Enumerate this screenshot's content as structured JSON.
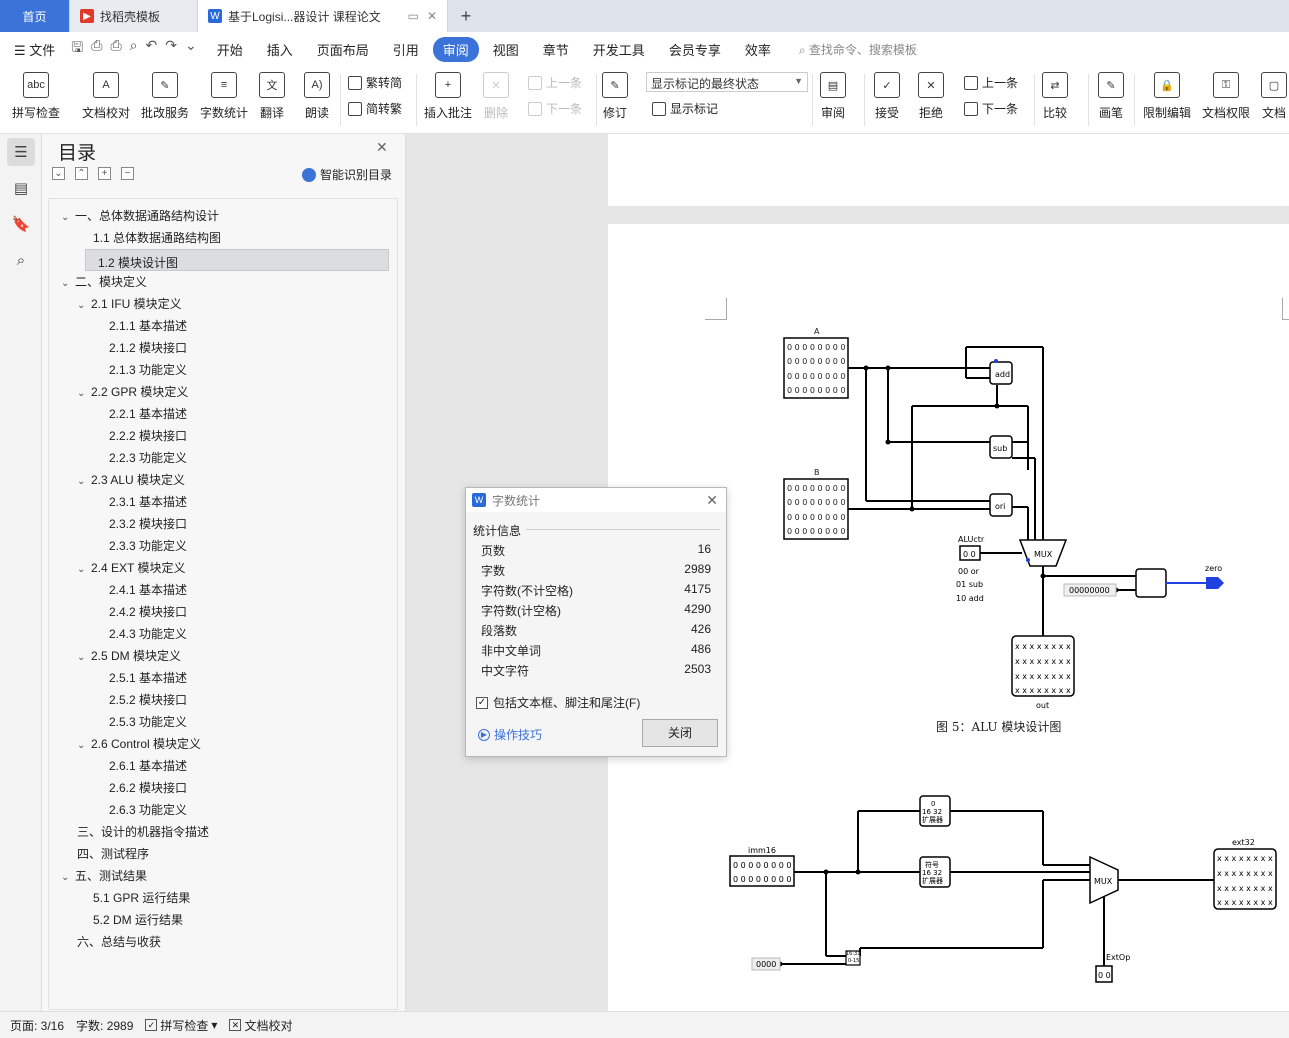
{
  "tabs": {
    "home": "首页",
    "template": "找稻壳模板",
    "document": "基于Logisi...器设计 课程论文",
    "new_tab": "+"
  },
  "menu": {
    "file": "文件",
    "items": [
      "开始",
      "插入",
      "页面布局",
      "引用",
      "审阅",
      "视图",
      "章节",
      "开发工具",
      "会员专享",
      "效率"
    ],
    "active": "审阅",
    "search_placeholder": "查找命令、搜索模板"
  },
  "ribbon": {
    "spell_check": "拼写检查",
    "doc_proof": "文档校对",
    "revise_service": "批改服务",
    "word_count": "字数统计",
    "translate": "翻译",
    "read_aloud": "朗读",
    "trad_to_simp": "繁转简",
    "simp_to_trad": "简转繁",
    "insert_comment": "插入批注",
    "delete": "删除",
    "prev_comment": "上一条",
    "next_comment": "下一条",
    "track_changes": "修订",
    "markup_state": "显示标记的最终状态",
    "show_markup": "显示标记",
    "review": "审阅",
    "accept": "接受",
    "reject": "拒绝",
    "prev_change": "上一条",
    "next_change": "下一条",
    "compare": "比较",
    "pen": "画笔",
    "restrict_edit": "限制编辑",
    "doc_permission": "文档权限",
    "doc_extra": "文档"
  },
  "toc": {
    "title": "目录",
    "smart_label": "智能识别目录",
    "items": [
      {
        "label": "一、总体数据通路结构设计",
        "level": 0,
        "arrow": true
      },
      {
        "label": "1.1  总体数据通路结构图",
        "level": 1,
        "arrow": false
      },
      {
        "label": "1.2  模块设计图",
        "level": 1,
        "arrow": false,
        "selected": true
      },
      {
        "label": "二、模块定义",
        "level": 0,
        "arrow": true
      },
      {
        "label": "2.1 IFU 模块定义",
        "level": 1,
        "arrow": true
      },
      {
        "label": "2.1.1  基本描述",
        "level": 2,
        "arrow": false
      },
      {
        "label": "2.1.2  模块接口",
        "level": 2,
        "arrow": false
      },
      {
        "label": "2.1.3  功能定义",
        "level": 2,
        "arrow": false
      },
      {
        "label": "2.2 GPR 模块定义",
        "level": 1,
        "arrow": true
      },
      {
        "label": "2.2.1  基本描述",
        "level": 2,
        "arrow": false
      },
      {
        "label": "2.2.2  模块接口",
        "level": 2,
        "arrow": false
      },
      {
        "label": "2.2.3  功能定义",
        "level": 2,
        "arrow": false
      },
      {
        "label": "2.3 ALU 模块定义",
        "level": 1,
        "arrow": true
      },
      {
        "label": "2.3.1  基本描述",
        "level": 2,
        "arrow": false
      },
      {
        "label": "2.3.2  模块接口",
        "level": 2,
        "arrow": false
      },
      {
        "label": "2.3.3  功能定义",
        "level": 2,
        "arrow": false
      },
      {
        "label": "2.4 EXT 模块定义",
        "level": 1,
        "arrow": true
      },
      {
        "label": "2.4.1  基本描述",
        "level": 2,
        "arrow": false
      },
      {
        "label": "2.4.2  模块接口",
        "level": 2,
        "arrow": false
      },
      {
        "label": "2.4.3  功能定义",
        "level": 2,
        "arrow": false
      },
      {
        "label": "2.5 DM 模块定义",
        "level": 1,
        "arrow": true
      },
      {
        "label": "2.5.1  基本描述",
        "level": 2,
        "arrow": false
      },
      {
        "label": "2.5.2  模块接口",
        "level": 2,
        "arrow": false
      },
      {
        "label": "2.5.3  功能定义",
        "level": 2,
        "arrow": false
      },
      {
        "label": "2.6 Control 模块定义",
        "level": 1,
        "arrow": true
      },
      {
        "label": "2.6.1  基本描述",
        "level": 2,
        "arrow": false
      },
      {
        "label": "2.6.2  模块接口",
        "level": 2,
        "arrow": false
      },
      {
        "label": "2.6.3  功能定义",
        "level": 2,
        "arrow": false
      },
      {
        "label": "三、设计的机器指令描述",
        "level": 0,
        "arrow": false
      },
      {
        "label": "四、测试程序",
        "level": 0,
        "arrow": false
      },
      {
        "label": "五、测试结果",
        "level": 0,
        "arrow": true
      },
      {
        "label": "5.1 GPR 运行结果",
        "level": 1,
        "arrow": false
      },
      {
        "label": "5.2 DM 运行结果",
        "level": 1,
        "arrow": false
      },
      {
        "label": "六、总结与收获",
        "level": 0,
        "arrow": false
      }
    ]
  },
  "document": {
    "alu_figure": {
      "label_a": "A",
      "label_b": "B",
      "reg_bits": "0 0 0 0 0 0 0 0",
      "add": "add",
      "sub": "sub",
      "ori": "ori",
      "mux": "MUX",
      "aluctr_label": "ALUctr",
      "aluctr_value": "0 0",
      "aluctr_opts": [
        "00  or",
        "01  sub",
        "10  add"
      ],
      "zero_label": "zero",
      "zero_const": "00000000",
      "out_bits": "x x x x x x x x",
      "out_label": "out",
      "caption": "图 5：ALU 模块设计图"
    },
    "ext_figure": {
      "imm_label": "imm16",
      "imm_bits": "0 0 0 0 0 0 0 0",
      "zero_ext": [
        "0",
        "16 32",
        "扩展器"
      ],
      "sign_ext": [
        "符号",
        "16 32",
        "扩展器"
      ],
      "mux": "MUX",
      "out_label": "ext32",
      "out_bits": "x x x x x x x x",
      "extop_label": "ExtOp",
      "extop_value": "0 0",
      "const": "0000",
      "shifter": [
        "16:31",
        "0-15"
      ]
    }
  },
  "word_count_dialog": {
    "title": "字数统计",
    "section": "统计信息",
    "rows": [
      {
        "label": "页数",
        "value": "16"
      },
      {
        "label": "字数",
        "value": "2989"
      },
      {
        "label": "字符数(不计空格)",
        "value": "4175"
      },
      {
        "label": "字符数(计空格)",
        "value": "4290"
      },
      {
        "label": "段落数",
        "value": "426"
      },
      {
        "label": "非中文单词",
        "value": "486"
      },
      {
        "label": "中文字符",
        "value": "2503"
      }
    ],
    "include_label": "包括文本框、脚注和尾注(F)",
    "tips": "操作技巧",
    "close": "关闭"
  },
  "status": {
    "page": "页面: 3/16",
    "words": "字数: 2989",
    "spell": "拼写检查",
    "proof": "文档校对"
  },
  "colors": {
    "accent": "#3b73d9",
    "wire_blue": "#2040e0"
  }
}
